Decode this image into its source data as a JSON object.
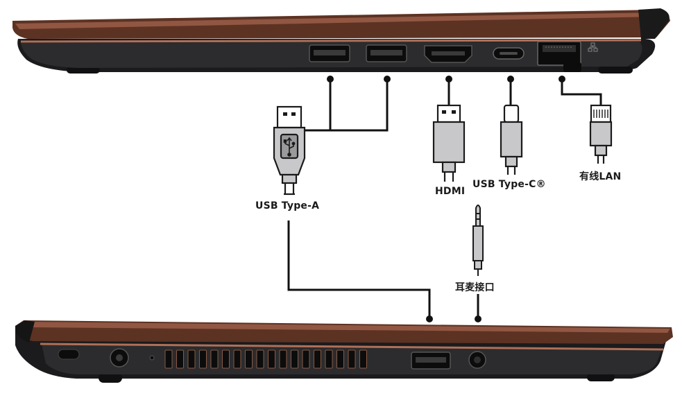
{
  "labels": {
    "usb_type_a": "USB Type-A",
    "hdmi": "HDMI",
    "usb_type_c": "USB Type-C®",
    "lan": "有线LAN",
    "headphone": "耳麦接口"
  },
  "colors": {
    "lid_copper": "#6a3a2a",
    "lid_highlight": "#a86a52",
    "body_dark": "#2a2a2c",
    "body_black": "#141416",
    "trim_copper": "#b07058",
    "port_inner": "#0c0c0c",
    "connector_fill": "#c8c8ca",
    "connector_stroke": "#1a1a1a",
    "line": "#111111"
  },
  "icons": {
    "usb_logo": "usb-trident-icon",
    "lan_indicator": "network-icon"
  }
}
